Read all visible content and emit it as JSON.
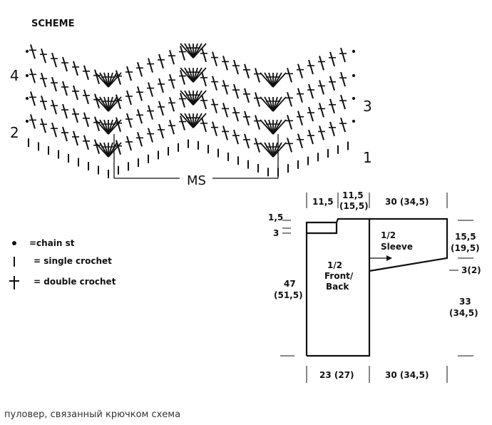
{
  "scheme_title": "SCHEME",
  "row_labels": {
    "r1": "1",
    "r2": "2",
    "r3": "3",
    "r4": "4"
  },
  "ms_label": "MS",
  "legend": [
    {
      "symbol": "chain-st",
      "text": "=chain st"
    },
    {
      "symbol": "single-crochet",
      "text": "= single crochet"
    },
    {
      "symbol": "double-crochet",
      "text": "= double crochet"
    }
  ],
  "schematic": {
    "top_dims": {
      "a": "11,5",
      "b_line1": "11,5",
      "b_line2": "(15,5)",
      "c": "30 (34,5)"
    },
    "left_dims": {
      "shoulder": "1,5",
      "neck": "3",
      "height_line1": "47",
      "height_line2": "(51,5)"
    },
    "right_dims": {
      "sleeve_line1": "15,5",
      "sleeve_line2": "(19,5)",
      "slope": "3(2)",
      "side_line1": "33",
      "side_line2": "(34,5)"
    },
    "bottom_dims": {
      "width": "23 (27)",
      "sleeve": "30 (34,5)"
    },
    "front_back": {
      "line1": "1/2",
      "line2": "Front/",
      "line3": "Back"
    },
    "sleeve": {
      "line1": "1/2",
      "line2": "Sleeve"
    }
  },
  "caption": "пуловер, связанный крючком схема",
  "colors": {
    "ink": "#111111",
    "caption": "#333333"
  }
}
